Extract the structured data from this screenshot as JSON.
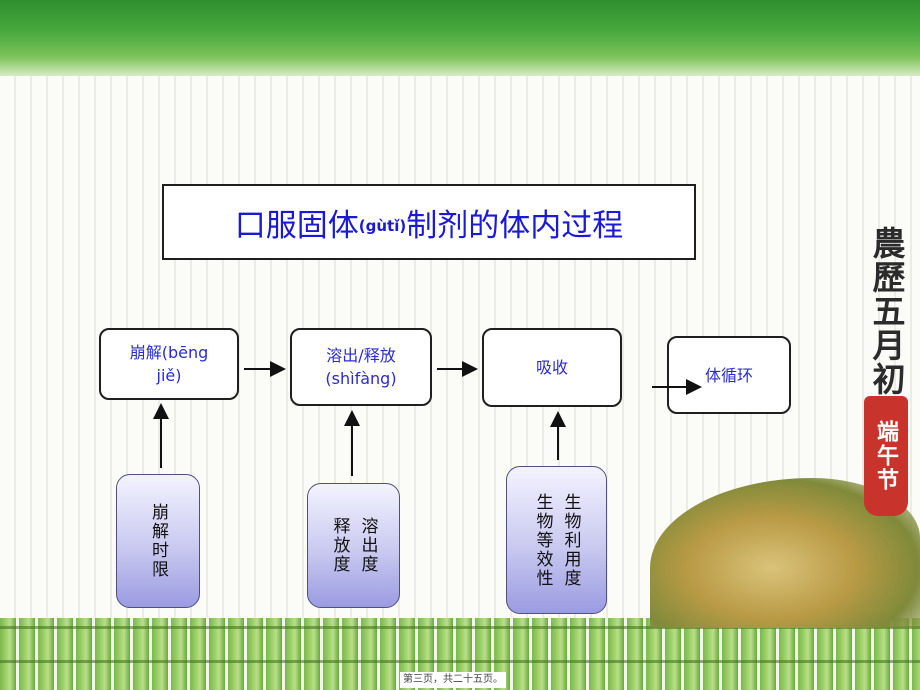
{
  "title": {
    "main_before": "口服固体",
    "pinyin": "(gùtǐ)",
    "main_after": "制剂的体内过程"
  },
  "process": [
    {
      "label": "崩解(bēng jiě)"
    },
    {
      "label": "溶出/释放 (shìfàng)"
    },
    {
      "label": "吸收"
    },
    {
      "label": "体循环"
    }
  ],
  "factors": [
    {
      "columns": [
        "崩解时限"
      ]
    },
    {
      "columns": [
        "溶出度",
        "释放度"
      ]
    },
    {
      "columns": [
        "生物利用度",
        "生物等效性"
      ]
    }
  ],
  "calendar_text": "農歷五月初五",
  "festival_text": "端午节",
  "footer_text": "第三页，共二十五页。",
  "colors": {
    "title_blue": "#1a1ad6",
    "box_text": "#2b2bd0",
    "factor_fill": "#a9a9e8"
  }
}
